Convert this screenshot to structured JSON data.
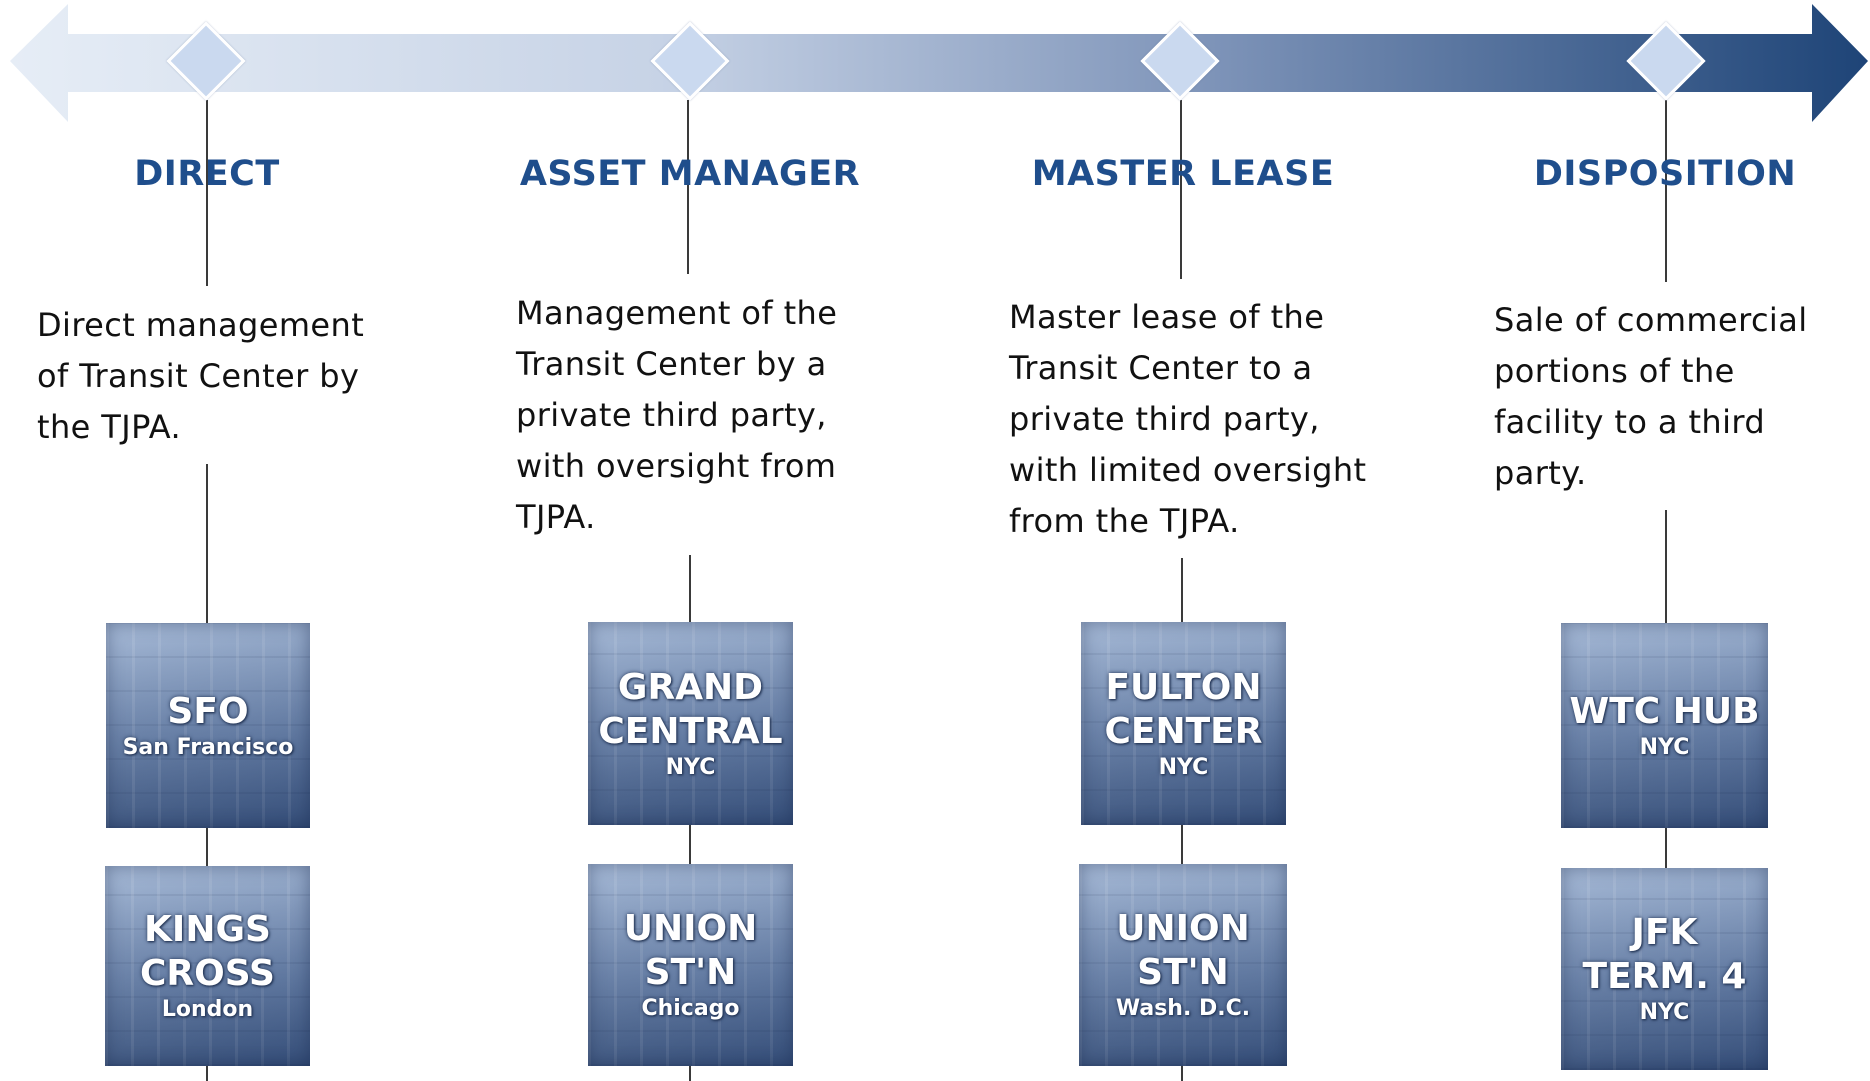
{
  "columns": [
    {
      "heading": "DIRECT",
      "description": "Direct management\nof Transit Center by\nthe TJPA.",
      "examples": [
        {
          "name": "SFO",
          "location": "San Francisco"
        },
        {
          "name": "KINGS\nCROSS",
          "location": "London"
        }
      ]
    },
    {
      "heading": "ASSET MANAGER",
      "description": "Management of the\nTransit Center by a\nprivate third party,\nwith oversight from\nTJPA.",
      "examples": [
        {
          "name": "GRAND\nCENTRAL",
          "location": "NYC"
        },
        {
          "name": "UNION\nST'N",
          "location": "Chicago"
        }
      ]
    },
    {
      "heading": "MASTER LEASE",
      "description": "Master lease of the\nTransit Center to a\nprivate third party,\nwith limited oversight\nfrom the TJPA.",
      "examples": [
        {
          "name": "FULTON\nCENTER",
          "location": "NYC"
        },
        {
          "name": "UNION\nST'N",
          "location": "Wash. D.C."
        }
      ]
    },
    {
      "heading": "DISPOSITION",
      "description": "Sale of commercial\nportions of the\nfacility to a third\nparty.",
      "examples": [
        {
          "name": "WTC HUB",
          "location": "NYC"
        },
        {
          "name": "JFK\nTERM. 4",
          "location": "NYC"
        }
      ]
    }
  ],
  "colors": {
    "arrow_start": "#dfe7f3",
    "arrow_end": "#1e4477",
    "heading": "#1f4e8c",
    "diamond": "#cad9ef"
  }
}
